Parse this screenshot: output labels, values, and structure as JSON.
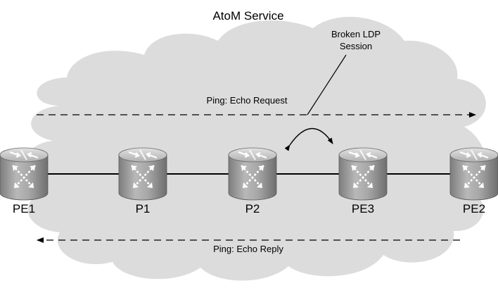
{
  "title": "AtoM Service",
  "annotation": {
    "line1": "Broken LDP",
    "line2": "Session"
  },
  "flows": {
    "request": "Ping: Echo Request",
    "reply": "Ping: Echo Reply"
  },
  "nodes": [
    {
      "id": "pe1",
      "label": "PE1"
    },
    {
      "id": "p1",
      "label": "P1"
    },
    {
      "id": "p2",
      "label": "P2"
    },
    {
      "id": "pe3",
      "label": "PE3"
    },
    {
      "id": "pe2",
      "label": "PE2"
    }
  ],
  "colors": {
    "cloud": "#dcdcdc",
    "router_body": "#9a9a9a",
    "router_top": "#c4c4c4",
    "line": "#000000"
  }
}
